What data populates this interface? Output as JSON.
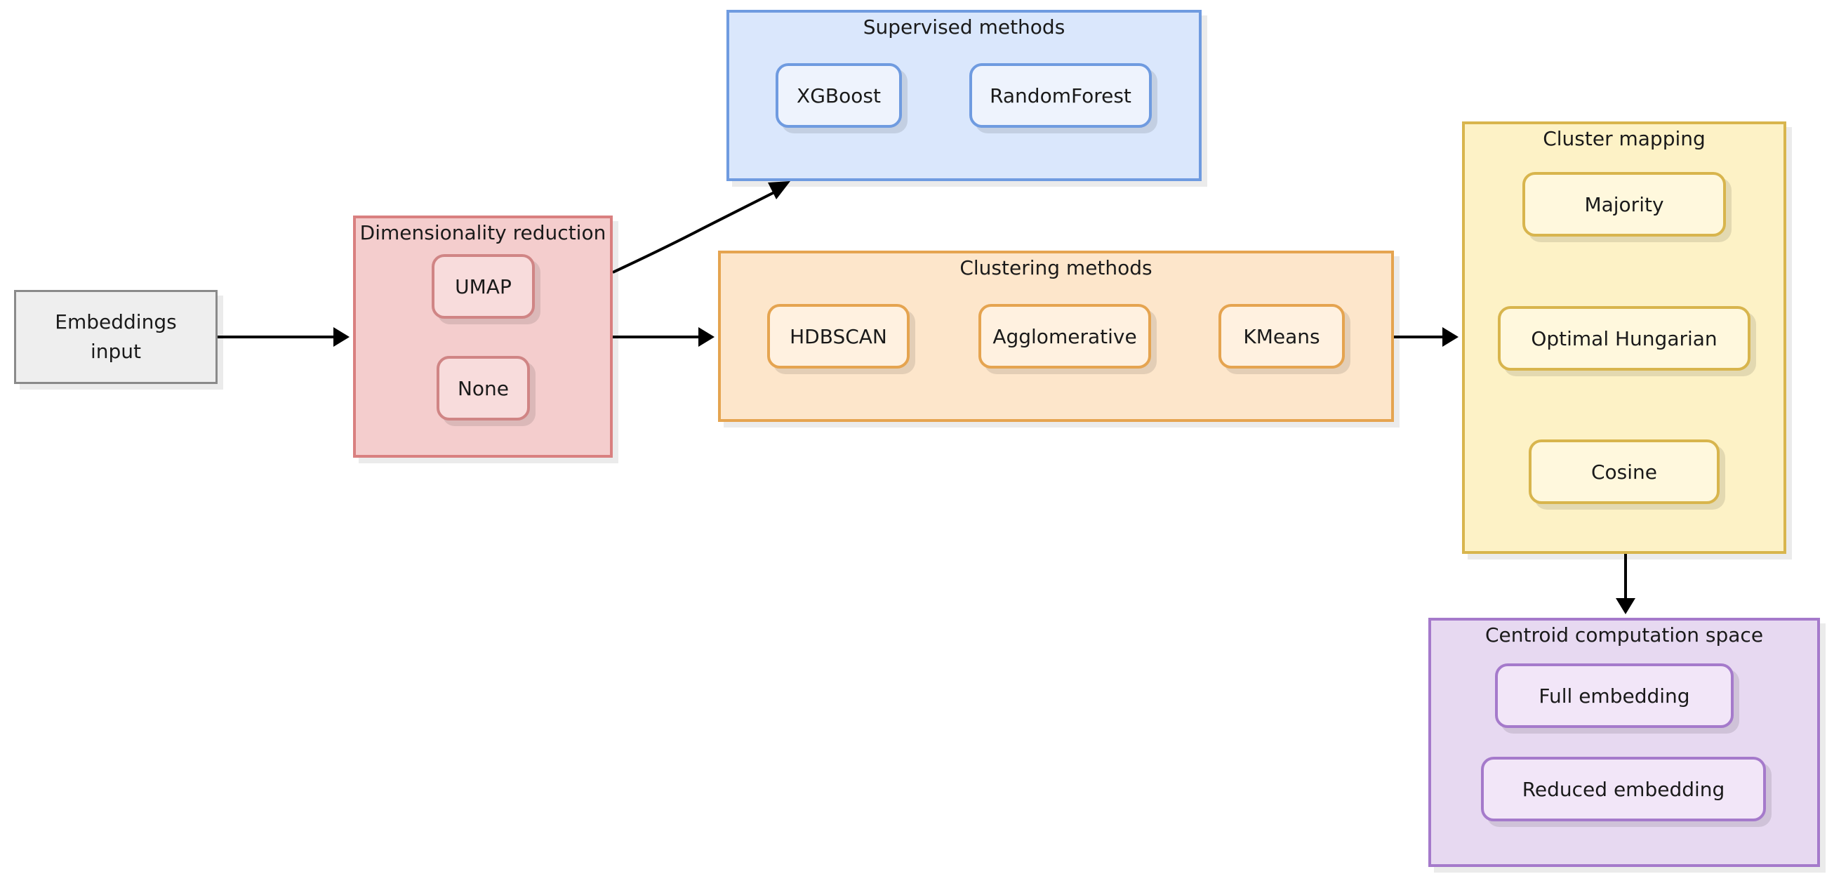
{
  "input": {
    "line1": "Embeddings",
    "line2": "input"
  },
  "dimensionality_reduction": {
    "title": "Dimensionality reduction",
    "items": [
      "UMAP",
      "None"
    ]
  },
  "supervised_methods": {
    "title": "Supervised methods",
    "items": [
      "XGBoost",
      "RandomForest"
    ]
  },
  "clustering_methods": {
    "title": "Clustering methods",
    "items": [
      "HDBSCAN",
      "Agglomerative",
      "KMeans"
    ]
  },
  "cluster_mapping": {
    "title": "Cluster mapping",
    "items": [
      "Majority",
      "Optimal Hungarian",
      "Cosine"
    ]
  },
  "centroid_space": {
    "title": "Centroid computation space",
    "items": [
      "Full embedding",
      "Reduced embedding"
    ]
  },
  "colors": {
    "red_group": "#f4cdcd",
    "blue_group": "#dae7fc",
    "orange_group": "#fde6cb",
    "yellow_group": "#fdf2c6",
    "purple_group": "#e7d9f1",
    "input": "#eeeeee",
    "arrow": "#000000"
  }
}
